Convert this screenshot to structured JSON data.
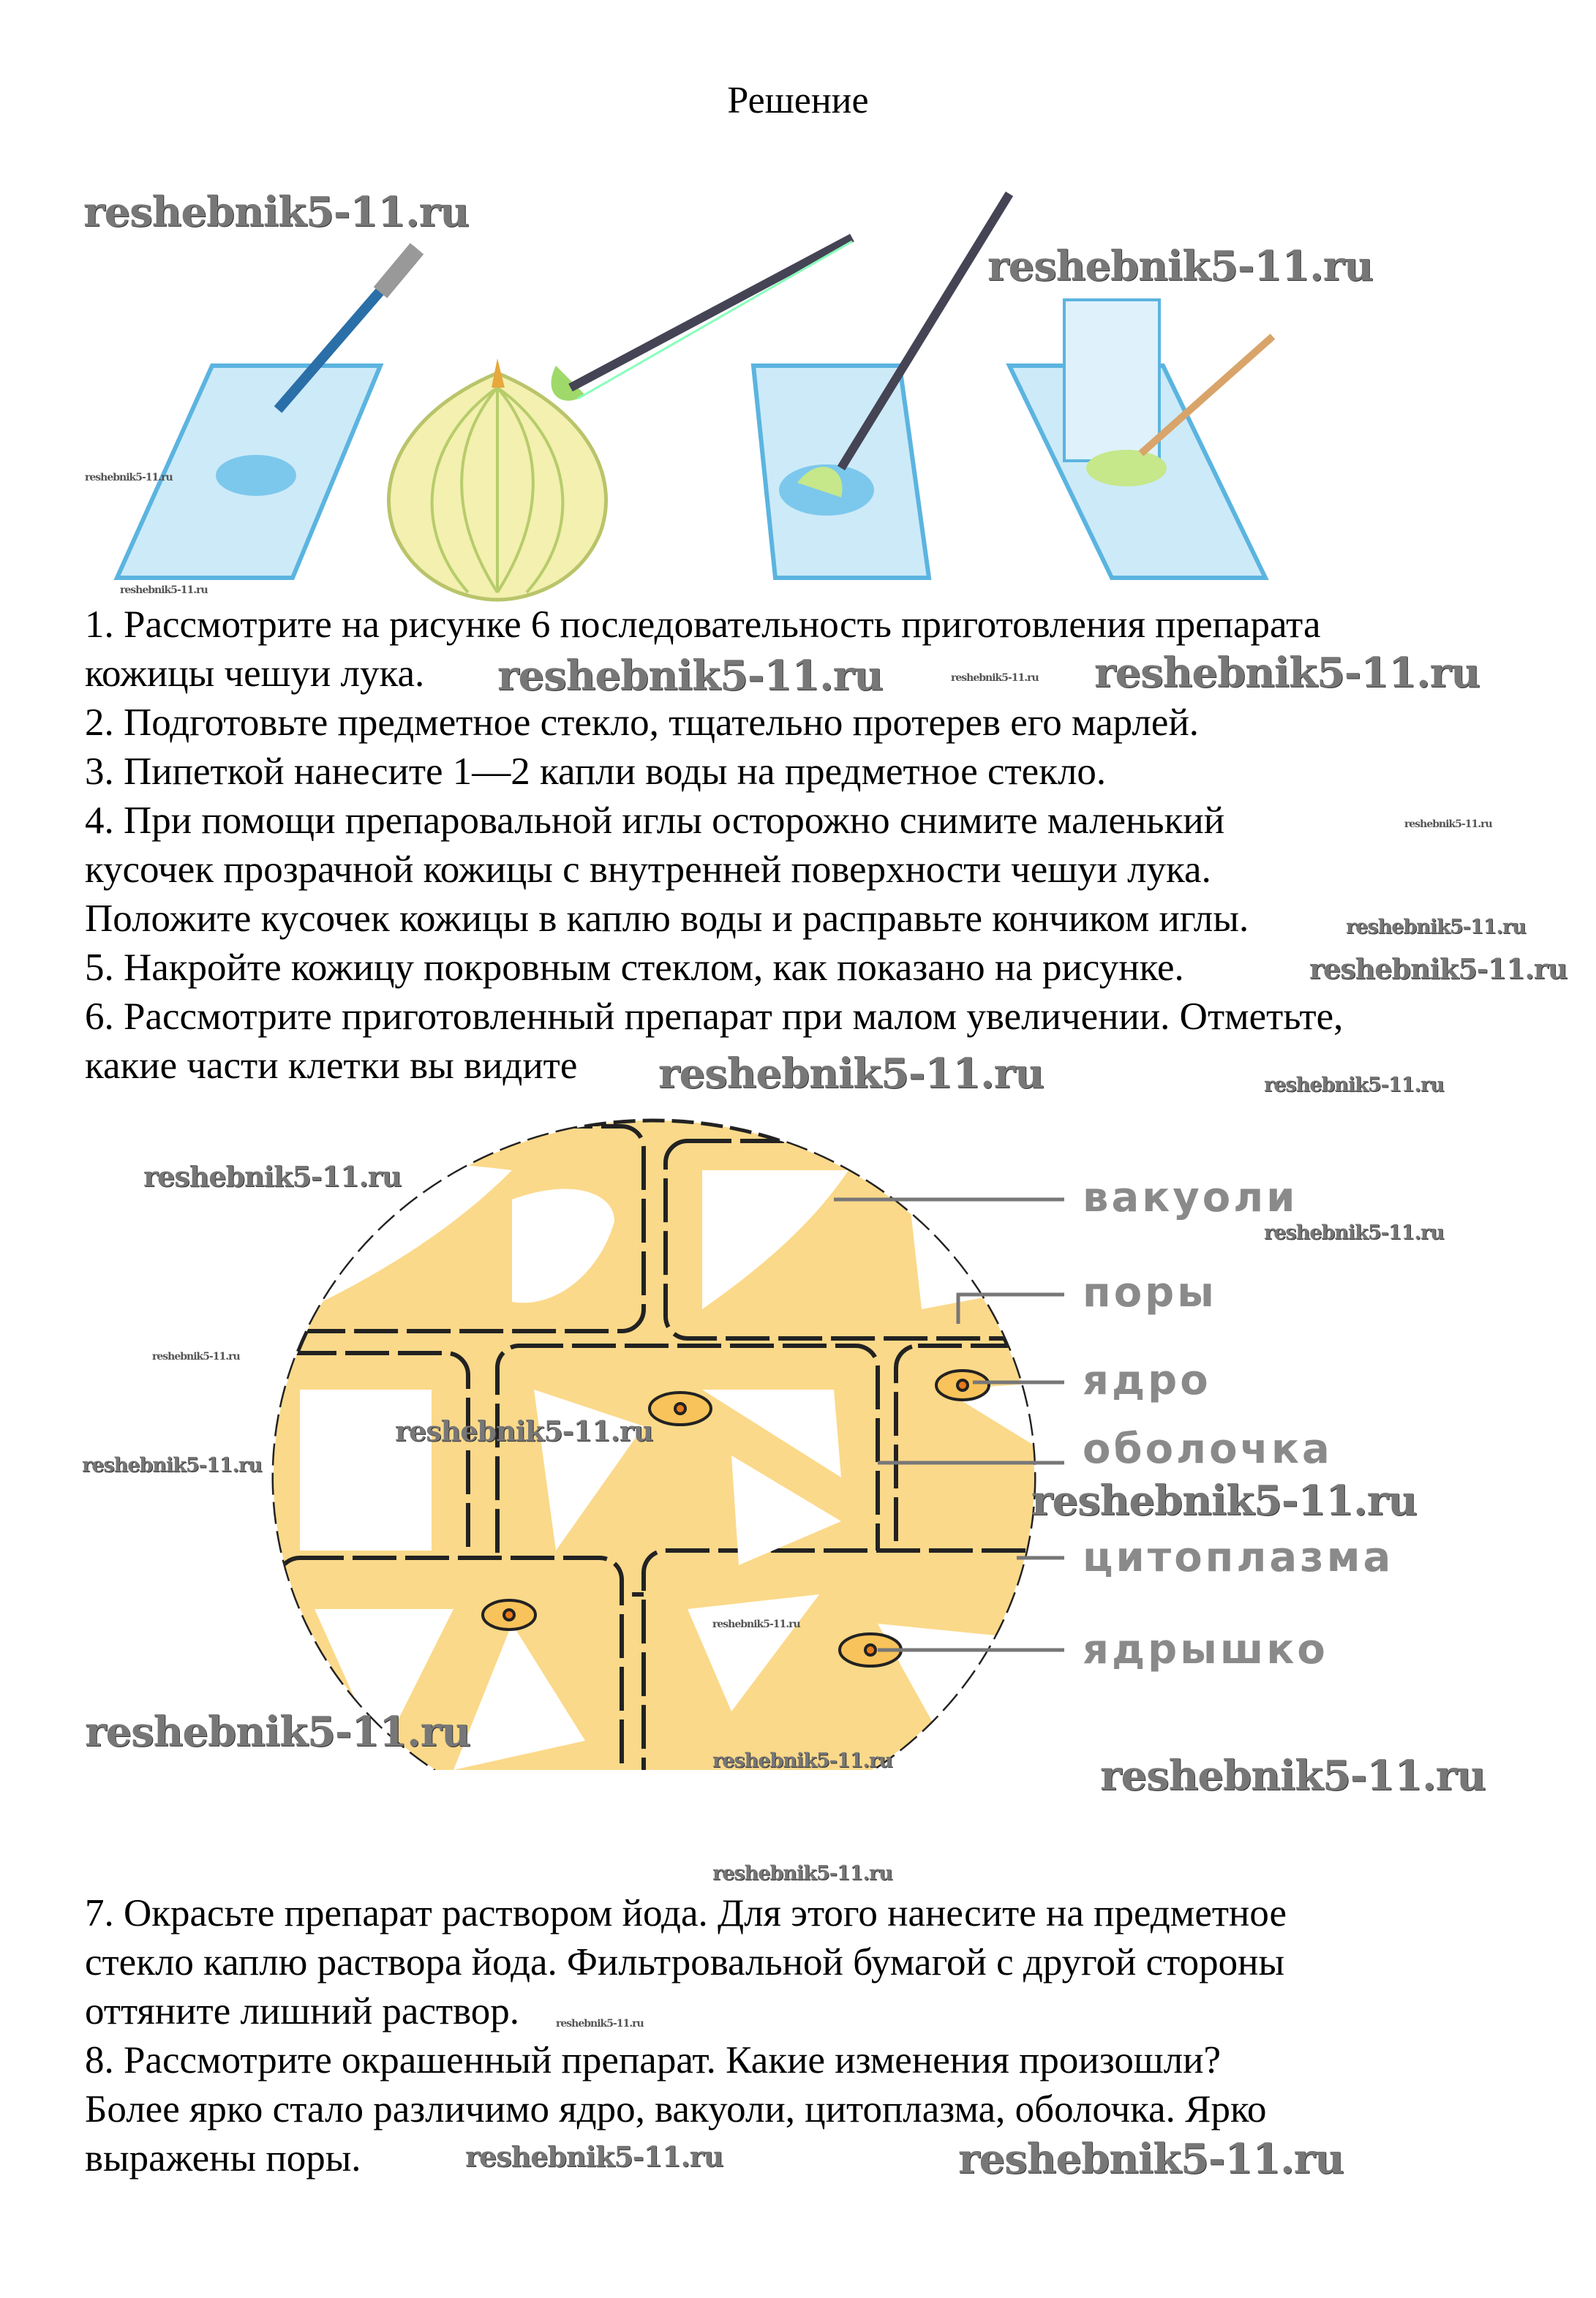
{
  "title": "Решение",
  "steps_part1": [
    "1. Рассмотрите на рисунке 6 последовательность приготовления препарата",
    "кожицы чешуи лука.",
    "2. Подготовьте предметное стекло, тщательно протерев его марлей.",
    "3. Пипеткой нанесите 1—2 капли воды на предметное стекло.",
    "4. При помощи препаровальной иглы осторожно снимите маленький",
    "кусочек прозрачной кожицы с внутренней поверхности чешуи лука.",
    "Положите кусочек кожицы в каплю воды и расправьте кончиком иглы.",
    "5. Накройте кожицу покровным стеклом, как показано на рисунке.",
    "6. Рассмотрите приготовленный препарат при малом увеличении. Отметьте,",
    "какие части клетки вы видите"
  ],
  "diagram_labels": [
    "вакуоли",
    "поры",
    "ядро",
    "оболочка",
    "цитоплазма",
    "ядрышко"
  ],
  "steps_part2": [
    "7. Окрасьте препарат раствором йода. Для этого нанесите на предметное",
    "стекло каплю раствора йода. Фильтровальной бумагой с другой стороны",
    "оттяните лишний раствор.",
    "8. Рассмотрите окрашенный препарат. Какие изменения произошли?",
    "Более ярко стало различимо ядро, вакуоли, цитоплазма, оболочка. Ярко",
    "выражены поры."
  ],
  "watermark": "reshebnik5-11.ru",
  "colors": {
    "cytoplasm": "#fbd98a",
    "glass": "#bfe3f5",
    "label": "#8a8a8a"
  }
}
